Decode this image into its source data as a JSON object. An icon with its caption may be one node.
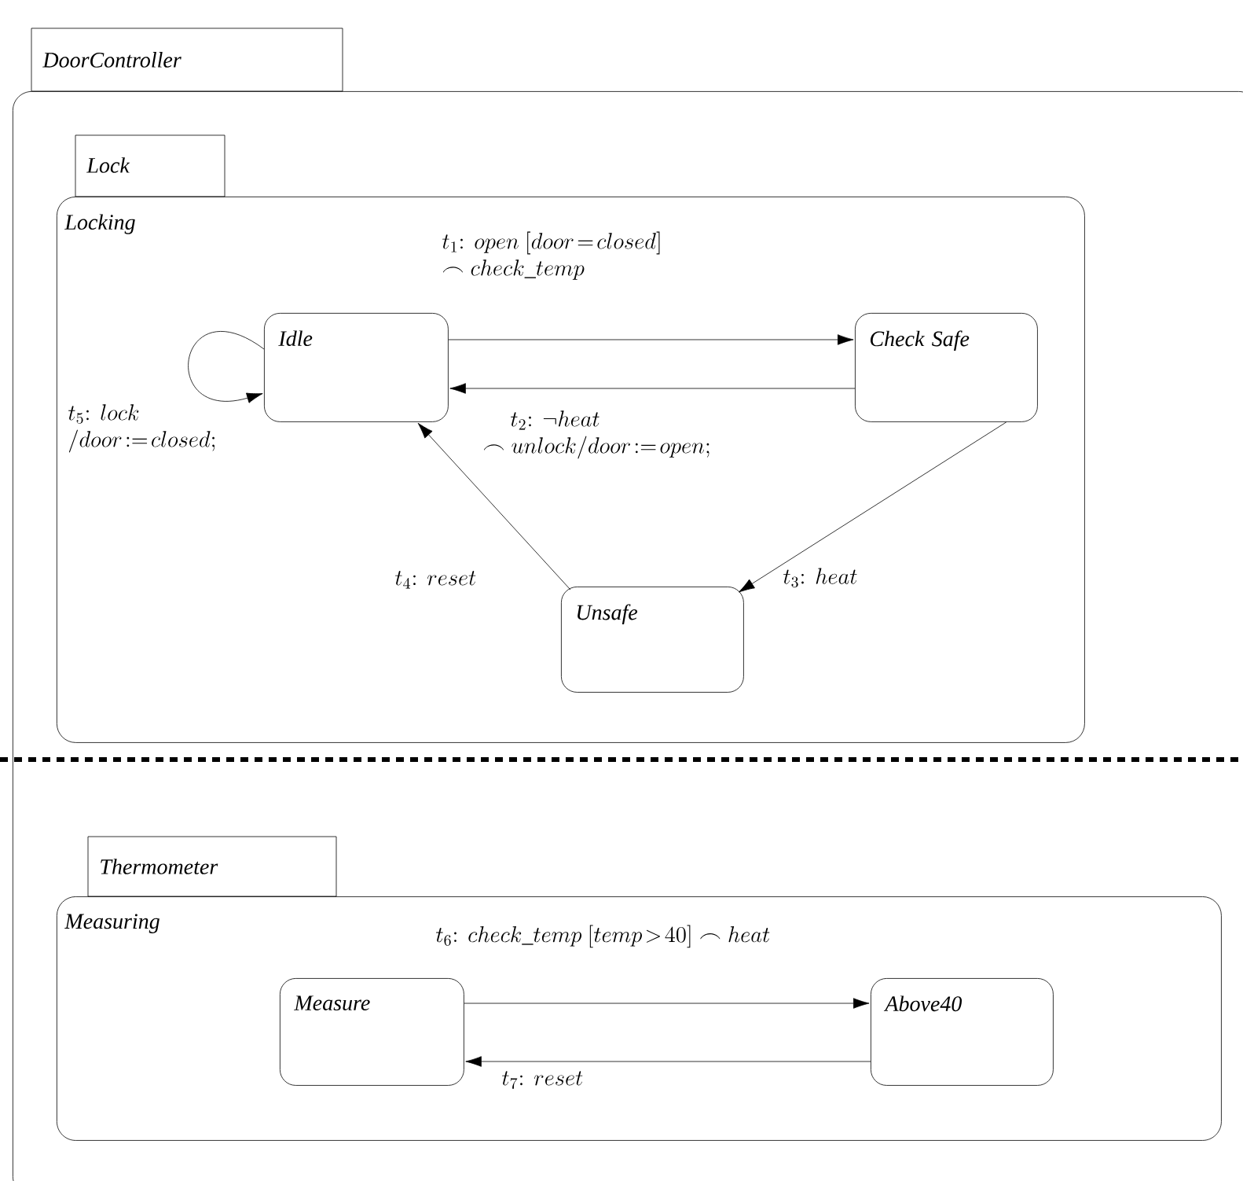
{
  "diagram": {
    "nodes": [
      {
        "text": [
          "DoorController"
        ]
      },
      {
        "text": [
          "Lock",
          "Locking"
        ],
        "in": 0
      },
      {
        "text": [
          "Idle"
        ],
        "in": 1
      },
      {
        "text": [
          "Check Safe"
        ],
        "in": 1
      },
      {
        "text": [
          "Unsafe"
        ],
        "in": 1
      },
      {
        "text": [
          "Thermometer",
          "Measuring"
        ],
        "in": 0
      },
      {
        "text": [
          "Measure"
        ],
        "in": 5
      },
      {
        "text": [
          "Above40"
        ],
        "in": 5
      }
    ],
    "edges": [
      {
        "from": 2,
        "to": 3,
        "arrow": "to",
        "label": "\\begin{array}{@{}l@{}}t_1\\colon\\ open\\ [door\\!=\\!closed]\\\\ \\frown check\\_temp\\end{array}"
      },
      {
        "from": 3,
        "to": 2,
        "arrow": "to",
        "label": "\\begin{array}{@{}l@{}}\\quad\\ t_2\\colon\\ \\neg heat\\\\ \\frown unlock/door\\!:=\\!open;\\end{array}"
      },
      {
        "from": 3,
        "to": 4,
        "arrow": "to",
        "label": "t_3\\colon\\ heat"
      },
      {
        "from": 4,
        "to": 2,
        "arrow": "to",
        "label": "t_4\\colon\\ reset"
      },
      {
        "from": 2,
        "to": 2,
        "arrow": "to",
        "label": "\\begin{array}{@{}l@{}}t_5\\colon\\ lock\\\\ /door\\!:=\\!closed;\\end{array}"
      },
      {
        "from": 6,
        "to": 7,
        "arrow": "to",
        "label": "t_6\\colon\\ check\\_temp\\ [temp\\!>\\!40]\\frown heat"
      },
      {
        "from": 7,
        "to": 6,
        "arrow": "to",
        "label": "t_7\\colon\\ reset"
      }
    ]
  }
}
